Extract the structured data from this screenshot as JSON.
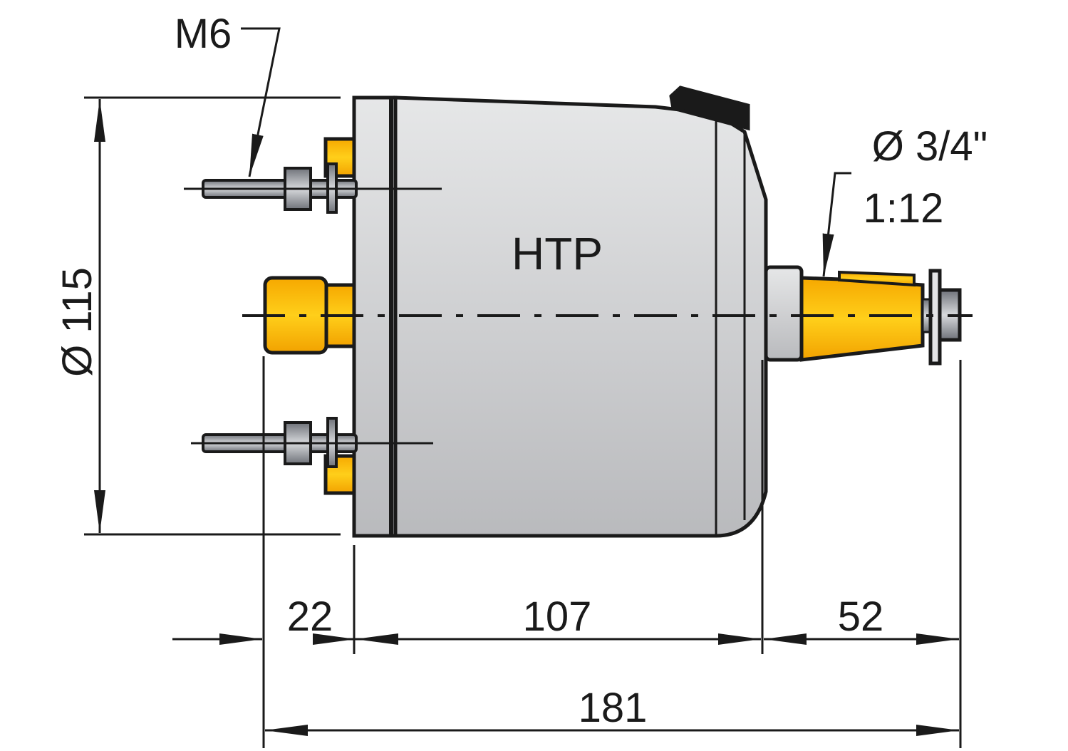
{
  "drawing": {
    "product_label": "HTP",
    "thread_label": "M6",
    "shaft_diameter_label": "Ø 3/4\"",
    "taper_label": "1:12",
    "diameter_dim": "Ø 115",
    "dims": {
      "d22": "22",
      "d107": "107",
      "d52": "52",
      "d181": "181"
    }
  },
  "colors": {
    "body": "#c8c9cb",
    "yellow": "#f7b400",
    "stroke": "#1a1a1a",
    "steel": "#8a8d93"
  }
}
